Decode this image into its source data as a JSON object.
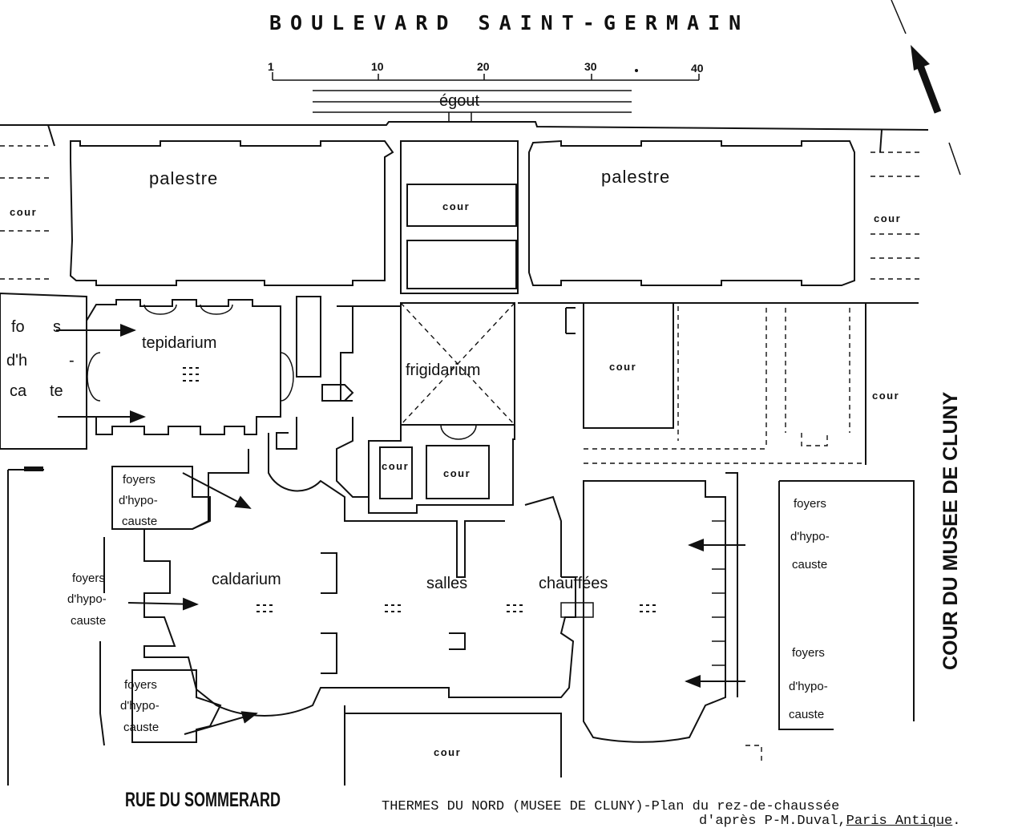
{
  "streets": {
    "north": "BOULEVARD SAINT-GERMAIN",
    "south": "RUE DU SOMMERARD",
    "east": "COUR DU MUSEE DE CLUNY"
  },
  "scale": {
    "ticks": [
      "1",
      "10",
      "20",
      "30",
      "40"
    ]
  },
  "labels": {
    "egout": "égout",
    "palestre_west": "palestre",
    "palestre_east": "palestre",
    "tepidarium": "tepidarium",
    "frigidarium": "frigidarium",
    "caldarium": "caldarium",
    "salles": "salles",
    "chauffees": "chauffées",
    "cour": "cour",
    "foyers": "foyers",
    "hypo": "d'hypo-",
    "causte": "causte",
    "foyers_partial_1": "fo",
    "foyers_partial_2": "s",
    "hypo_partial": "d'h",
    "hypo_partial_2": "-",
    "causte_partial_1": "ca",
    "causte_partial_2": "te"
  },
  "caption": {
    "line1": "THERMES DU NORD (MUSEE DE CLUNY)-Plan du rez-de-chaussée",
    "line2_prefix": "d'après P-M.Duval,",
    "line2_source": "Paris Antique",
    "line2_suffix": "."
  },
  "colors": {
    "ink": "#111111",
    "paper": "#ffffff"
  }
}
